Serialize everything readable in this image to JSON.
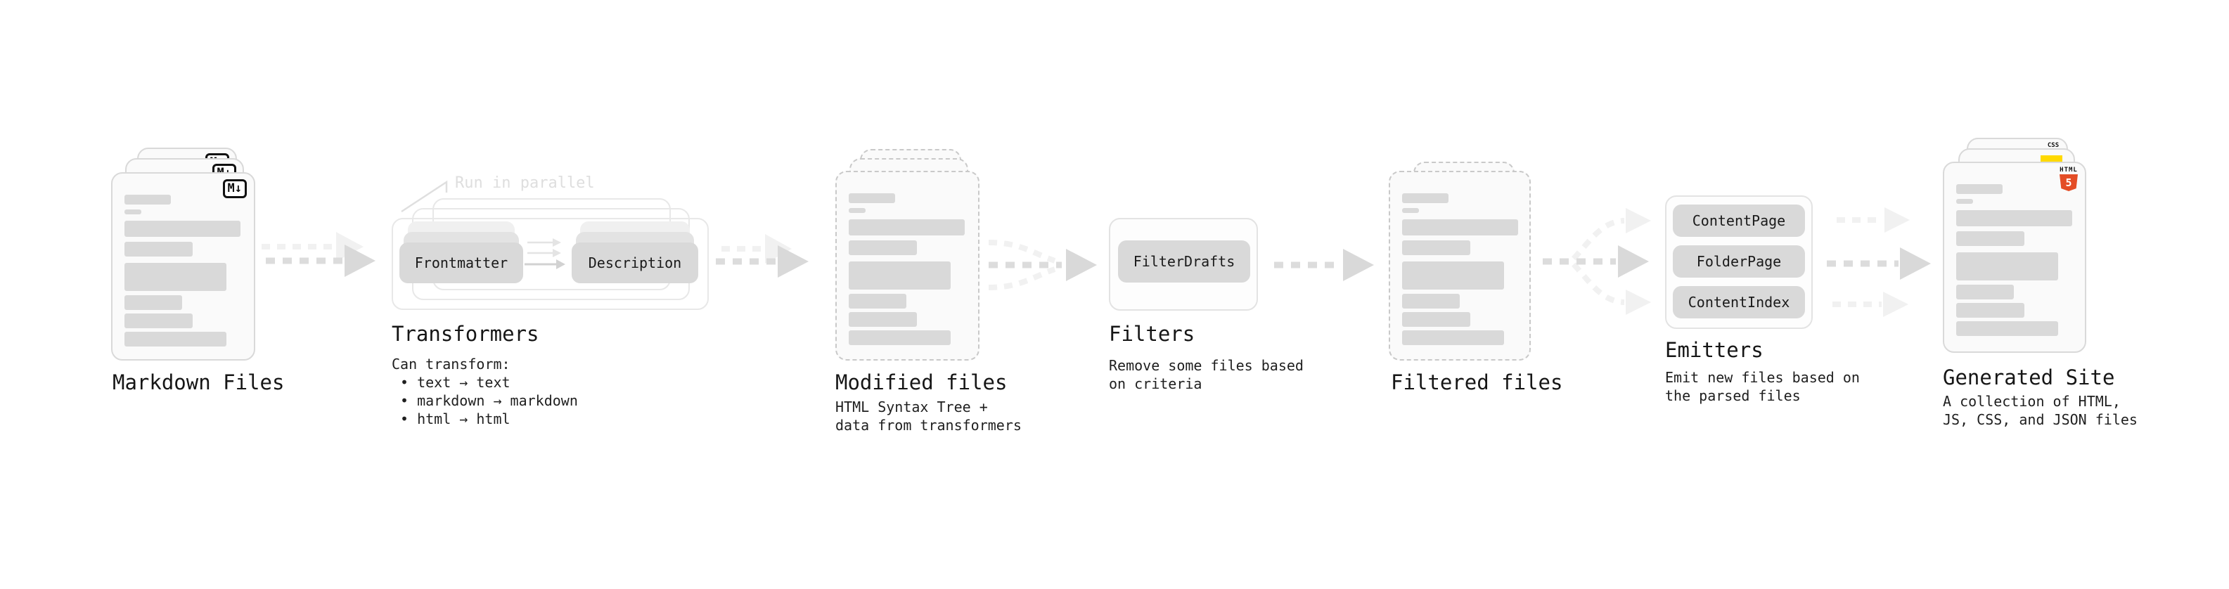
{
  "diagram": {
    "markdown_files": {
      "label": "Markdown Files",
      "file_badge": "M↓"
    },
    "transformers": {
      "annotation": "Run in parallel",
      "pill_input": "Frontmatter",
      "pill_output": "Description",
      "label": "Transformers",
      "desc_lines": [
        "Can transform:",
        "• text → text",
        "• markdown → markdown",
        "• html → html"
      ]
    },
    "modified_files": {
      "label": "Modified files",
      "desc_lines": [
        "HTML Syntax Tree +",
        "data from transformers"
      ]
    },
    "filters": {
      "pill": "FilterDrafts",
      "label": "Filters",
      "desc_lines": [
        "Remove some files based",
        "on criteria"
      ]
    },
    "filtered_files": {
      "label": "Filtered files"
    },
    "emitters": {
      "pills": [
        "ContentPage",
        "FolderPage",
        "ContentIndex"
      ],
      "label": "Emitters",
      "desc_lines": [
        "Emit new files based on",
        "the parsed files"
      ]
    },
    "generated_site": {
      "label": "Generated Site",
      "desc_lines": [
        "A collection of HTML,",
        "JS, CSS, and JSON files"
      ],
      "css_badge_text": "CSS",
      "html_badge_word": "HTML",
      "html_badge_number": "5"
    },
    "colors": {
      "html5_orange": "#e44d26",
      "js_yellow": "#ffd900",
      "css_blue": "#2862d9",
      "shape_gray": "#d9d9d9",
      "arrow_gray": "#dcdcdc",
      "arrow_light_gray": "#f1f1f1",
      "annotation_gray": "#dedede",
      "text_dark": "#1a1a1a"
    }
  }
}
